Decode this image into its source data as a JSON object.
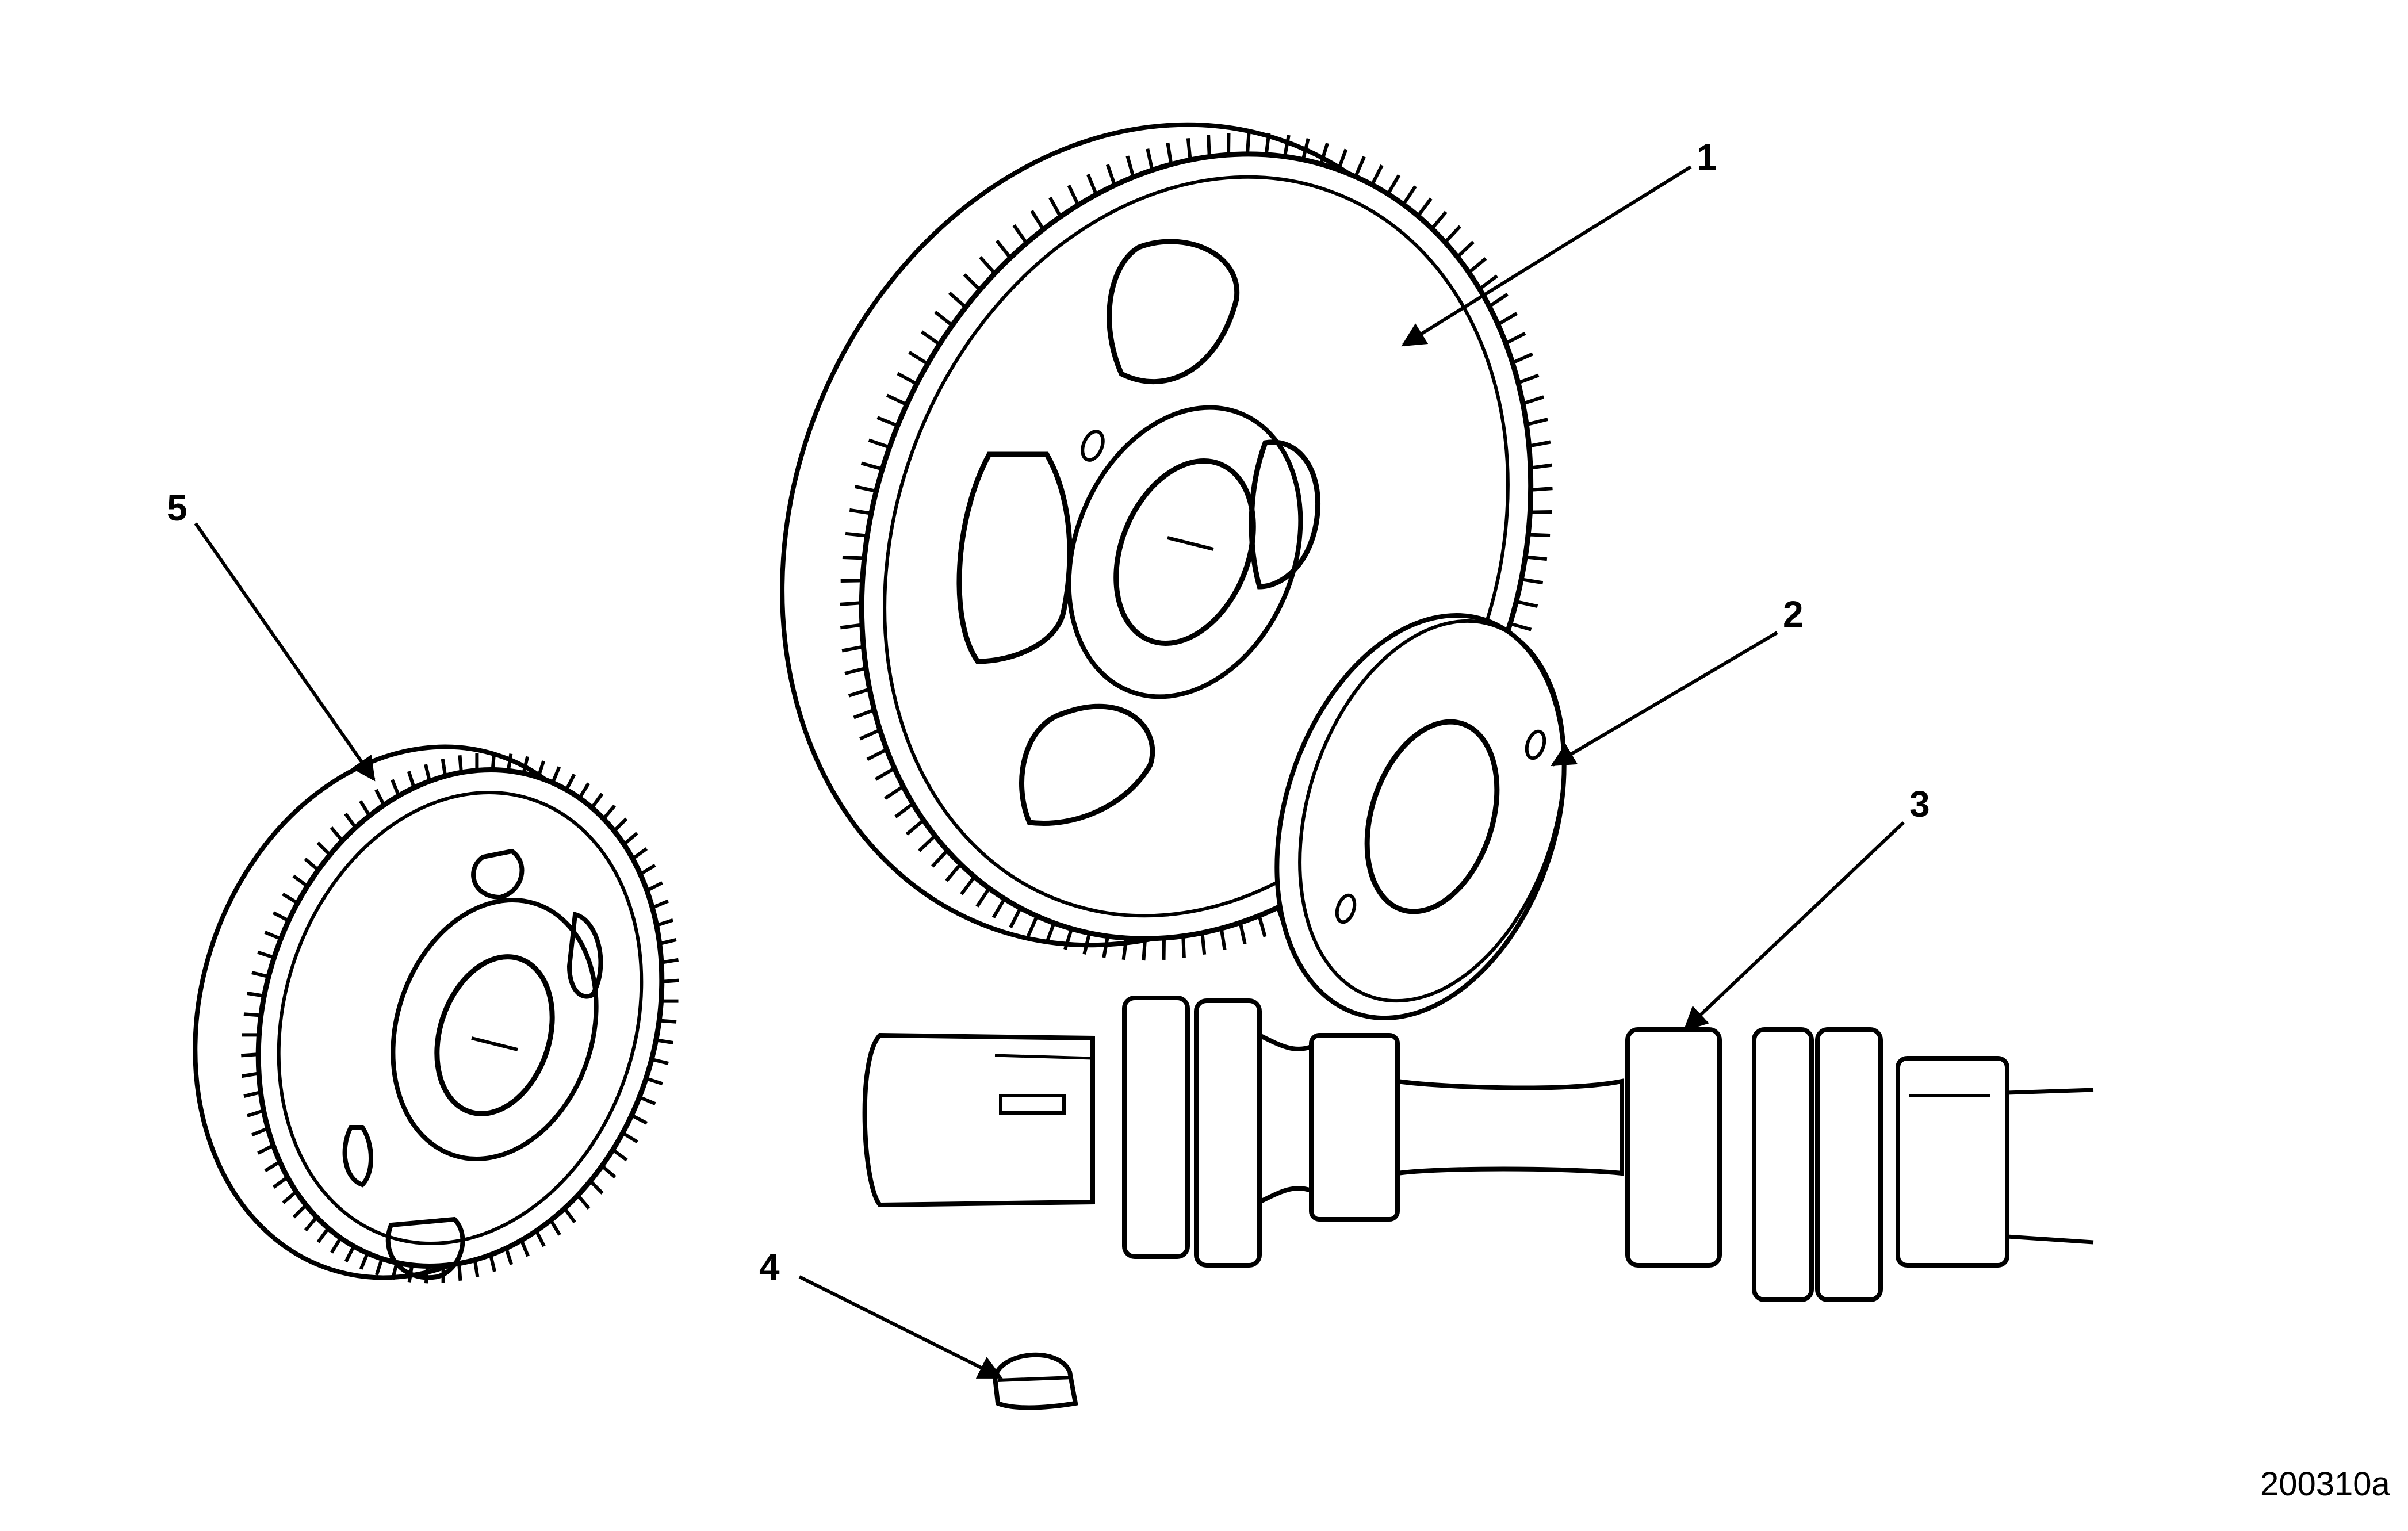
{
  "callouts": {
    "c1": "1",
    "c2": "2",
    "c3": "3",
    "c4": "4",
    "c5": "5"
  },
  "figure_id": "200310a",
  "colors": {
    "ink": "#000000",
    "paper": "#ffffff"
  }
}
